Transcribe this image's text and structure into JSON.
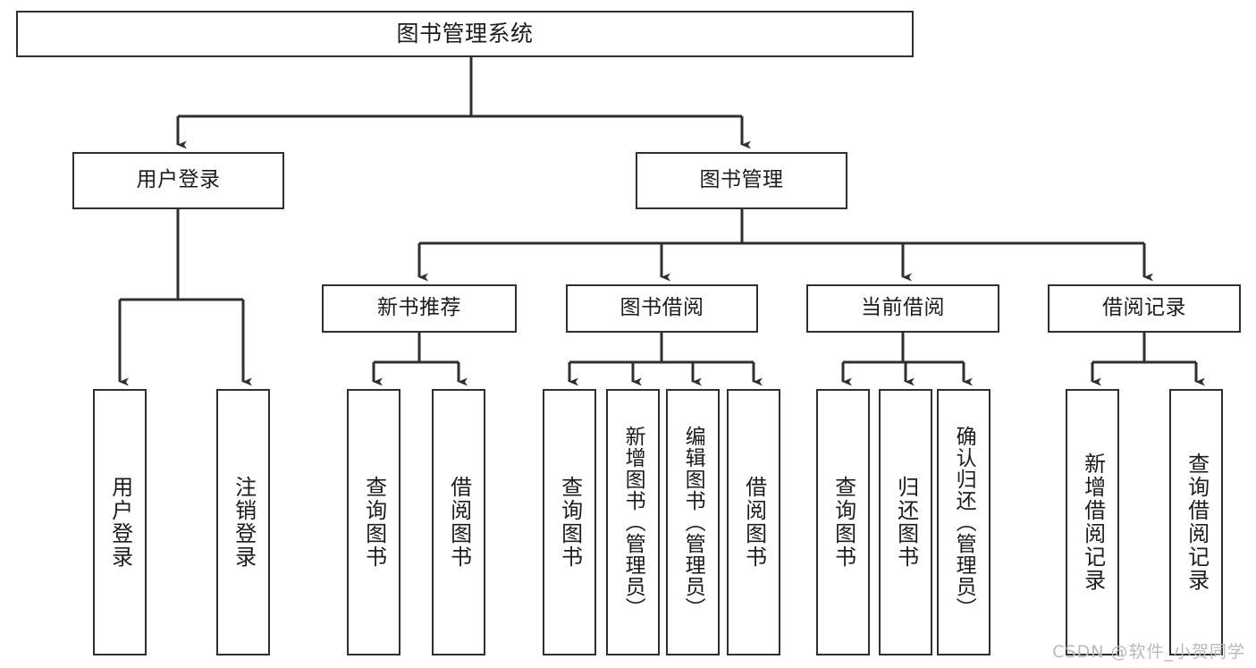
{
  "diagram": {
    "type": "tree-hierarchy",
    "title": "图书管理系统",
    "watermark": "CSDN @软件_小贺同学",
    "colors": {
      "background": "#ffffff",
      "border": "#2f2f2f",
      "text": "#1c1c1c",
      "edge": "#2f2f2f",
      "watermark": "#b9b9b9"
    },
    "nodes": {
      "root": "图书管理系统",
      "level2": [
        "用户登录",
        "图书管理"
      ],
      "level3": [
        "新书推荐",
        "图书借阅",
        "当前借阅",
        "借阅记录"
      ],
      "leaves": {
        "user_login": [
          "用户登录",
          "注销登录"
        ],
        "new_book_rec": [
          "查询图书",
          "借阅图书"
        ],
        "book_borrow": [
          "查询图书",
          "新增图书（管理员）",
          "编辑图书（管理员）",
          "借阅图书"
        ],
        "current_borrow": [
          "查询图书",
          "归还图书",
          "确认归还（管理员）"
        ],
        "borrow_record": [
          "新增借阅记录",
          "查询借阅记录"
        ]
      }
    }
  }
}
